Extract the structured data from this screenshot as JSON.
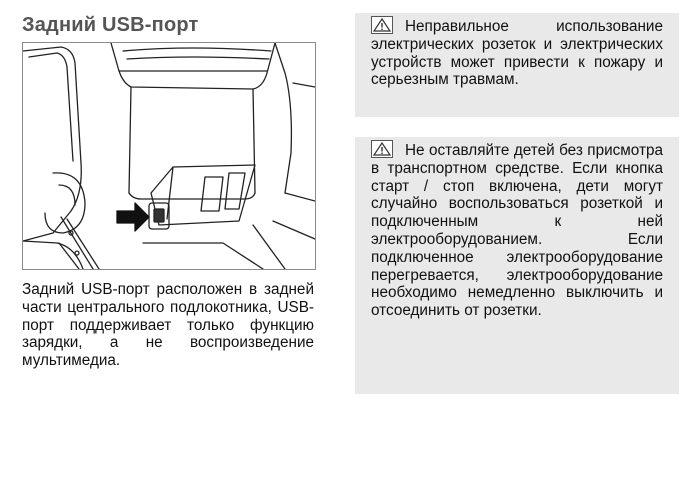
{
  "section": {
    "title": "Задний USB-порт",
    "description": "Задний USB-порт расположен в задней части центрального подлокотника, USB-порт поддерживает только функцию зарядки, а не воспроизведение мультимедиа."
  },
  "figure": {
    "icons": [
      "rear-usb-port-illustration",
      "pointer-arrow-icon"
    ]
  },
  "warnings": [
    {
      "icon": "warning-triangle-icon",
      "text": "Неправильное использование электрических розеток и электрических устройств может привести к пожару и серьезным травмам."
    },
    {
      "icon": "warning-triangle-icon",
      "text": "Не оставляйте детей без присмотра в транспортном средстве. Если кнопка старт / стоп включена, дети могут случайно воспользоваться розеткой и подключенным к ней электрооборудованием. Если подключенное электрооборудование перегревается, электрооборудование необходимо немедленно выключить и отсоединить от розетки."
    }
  ],
  "colors": {
    "warning_bg": "#e9e9e9",
    "title": "#555555"
  }
}
